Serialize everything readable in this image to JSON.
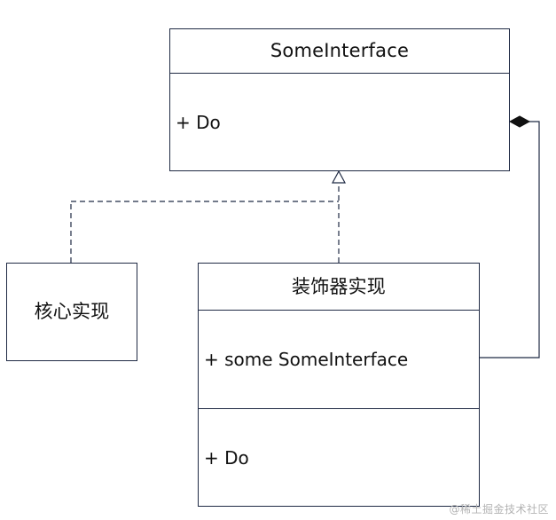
{
  "diagram": {
    "interface_box": {
      "name": "SomeInterface",
      "operations": [
        "+ Do"
      ]
    },
    "core_box": {
      "name": "核心实现"
    },
    "decorator_box": {
      "name": "装饰器实现",
      "attributes": [
        "+ some SomeInterface"
      ],
      "operations": [
        "+ Do"
      ]
    },
    "relationships": [
      {
        "type": "realization",
        "from": "核心实现",
        "to": "SomeInterface"
      },
      {
        "type": "realization",
        "from": "装饰器实现",
        "to": "SomeInterface"
      },
      {
        "type": "composition",
        "from": "装饰器实现",
        "to": "SomeInterface"
      }
    ]
  },
  "watermark": "@稀土掘金技术社区"
}
